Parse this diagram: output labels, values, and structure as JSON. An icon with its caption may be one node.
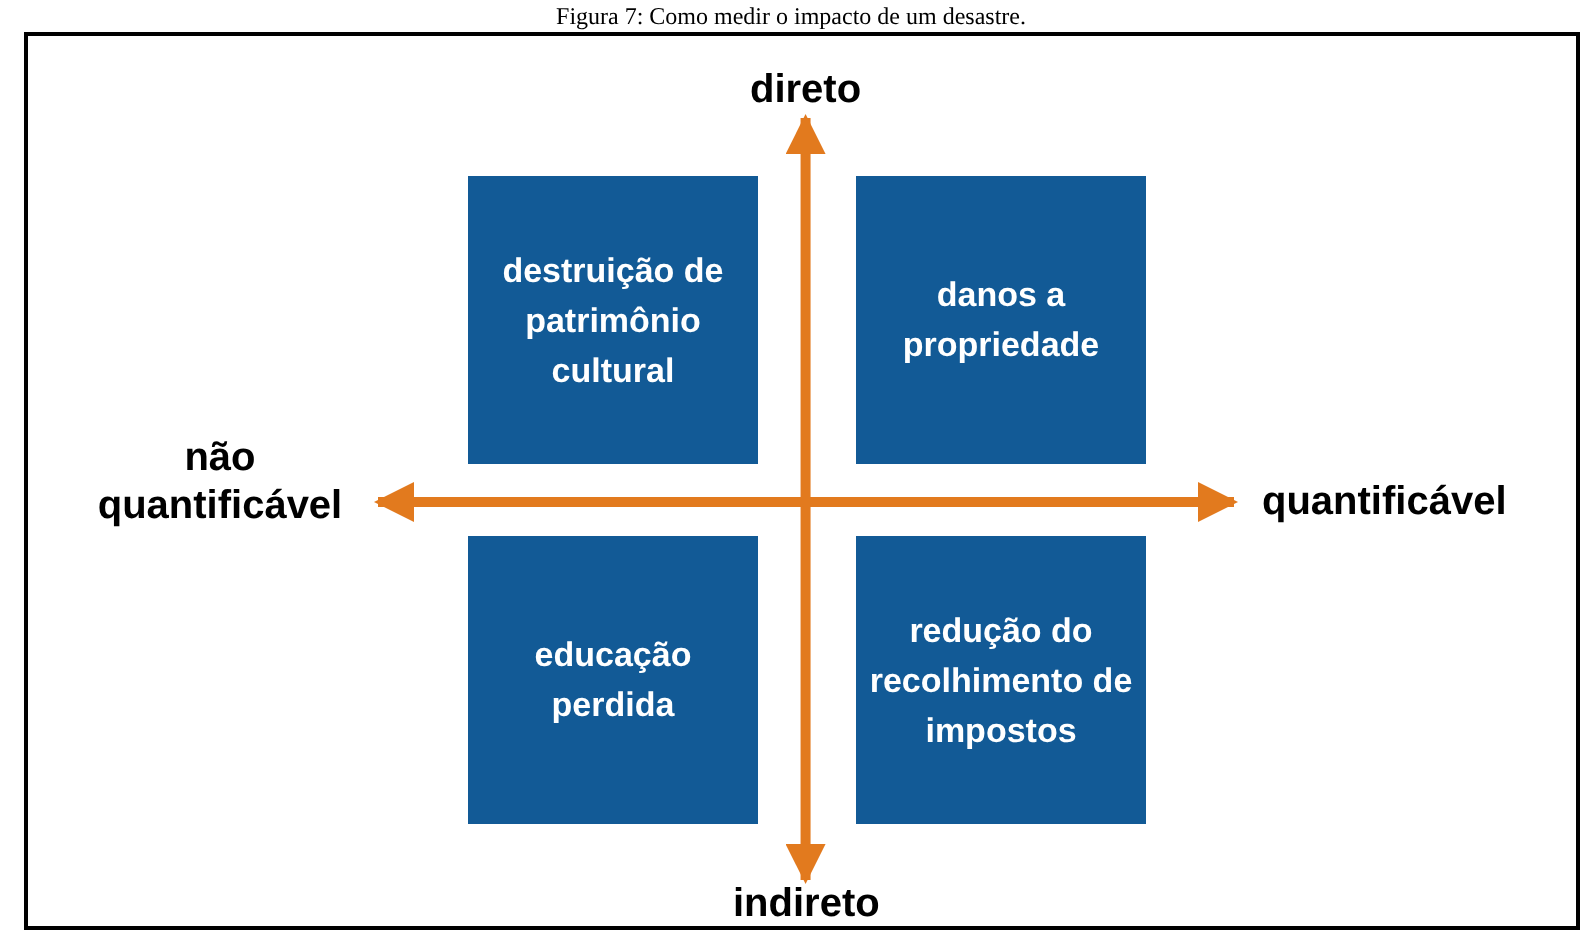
{
  "diagram": {
    "title": "Figura 7: Como medir o impacto de um desastre.",
    "nodes": [
      {
        "text": [
          "direto"
        ]
      },
      {
        "text": [
          "destruição de patrimônio cultural"
        ]
      },
      {
        "text": [
          "danos a propriedade"
        ]
      },
      {
        "text": [
          "não quantificável"
        ]
      },
      {
        "text": [
          "quantificável"
        ]
      },
      {
        "text": [
          "educação perdida"
        ]
      },
      {
        "text": [
          "redução do recolhimento de impostos"
        ]
      },
      {
        "text": [
          "indireto"
        ]
      }
    ],
    "edges": [
      {
        "from": 0,
        "to": 7,
        "arrow": "both"
      },
      {
        "from": 3,
        "to": 4,
        "arrow": "both"
      }
    ]
  }
}
